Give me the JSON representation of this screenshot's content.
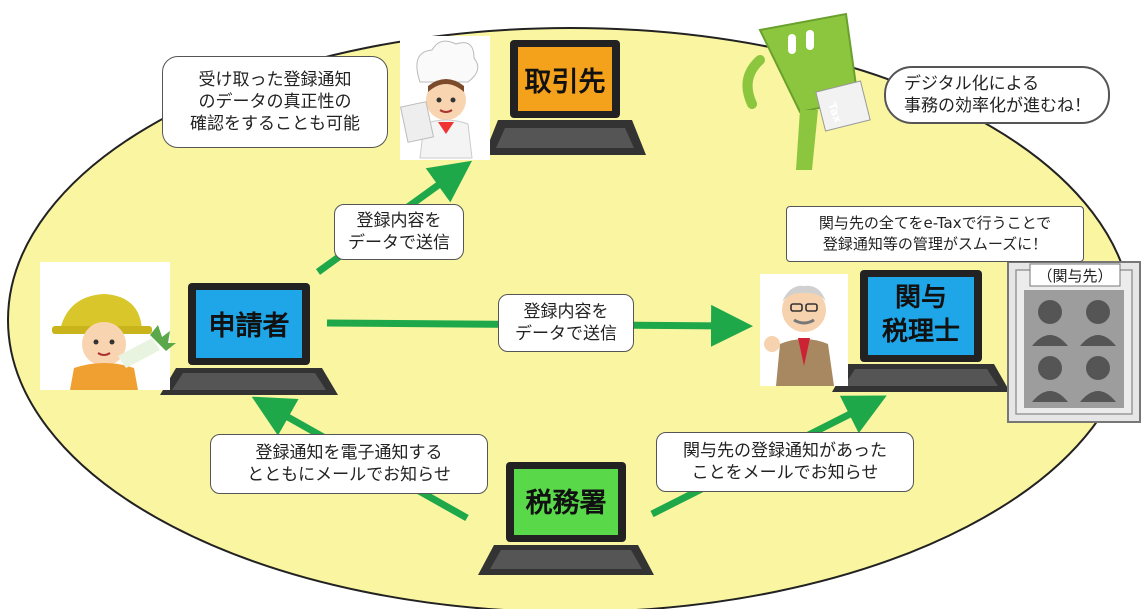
{
  "colors": {
    "ellipse_fill": "#faf5a0",
    "arrow_green": "#1ea84a",
    "screen_blue": "#1fa6e8",
    "screen_orange": "#f4a21c",
    "screen_green": "#59d94a",
    "mascot_green": "#8bc63e"
  },
  "nodes": {
    "applicant": "申請者",
    "partner": "取引先",
    "tax_office": "税務署",
    "accountant_line1": "関与",
    "accountant_line2": "税理士"
  },
  "labels": {
    "to_partner": [
      "登録内容を",
      "データで送信"
    ],
    "to_accountant": [
      "登録内容を",
      "データで送信"
    ],
    "office_to_applicant": [
      "登録通知を電子通知する",
      "とともにメールでお知らせ"
    ],
    "office_to_accountant": [
      "関与先の登録通知があった",
      "ことをメールでお知らせ"
    ],
    "partner_note": [
      "受け取った登録通知",
      "のデータの真正性の",
      "確認をすることも可能"
    ],
    "mascot_speech": [
      "デジタル化による",
      "事務の効率化が進むね！"
    ],
    "accountant_note": [
      "関与先の全てをe-Taxで行うことで",
      "登録通知等の管理がスムーズに！"
    ],
    "clients_title": "（関与先）"
  },
  "icons": {
    "mascot": "e-tax-mascot-icon",
    "farmer": "farmer-icon",
    "chef": "chef-icon",
    "accountant": "accountant-icon",
    "client_silhouette": "person-silhouette-icon"
  }
}
